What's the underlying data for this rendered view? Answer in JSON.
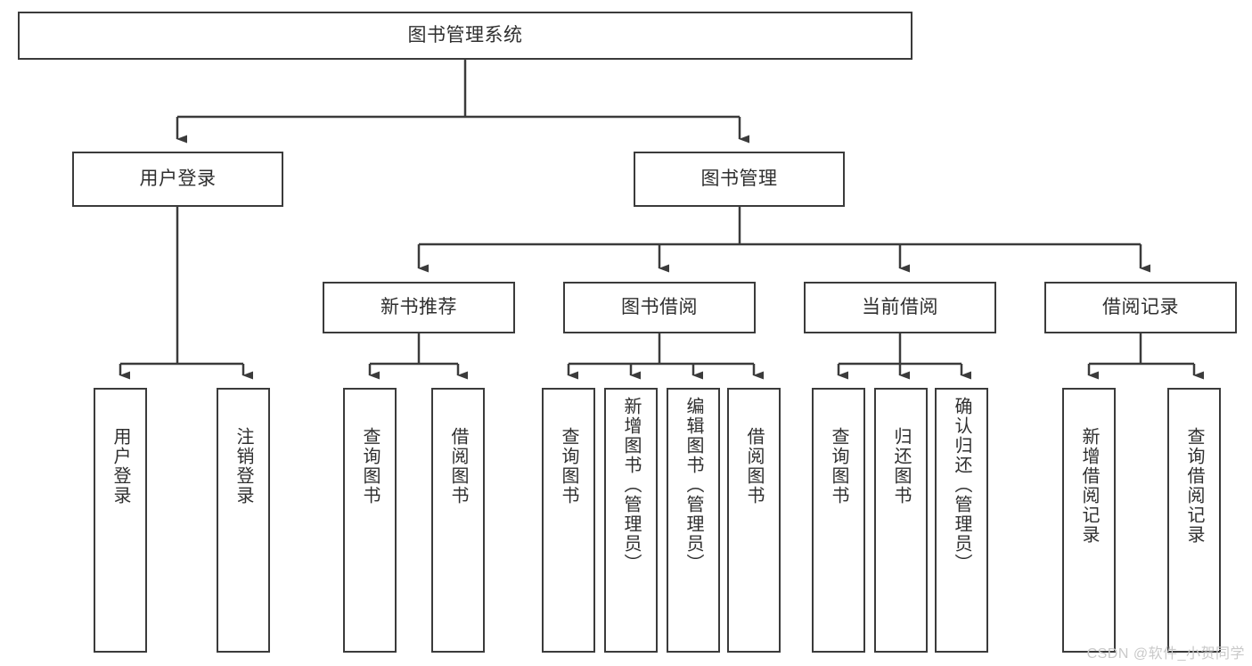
{
  "diagram": {
    "title": "图书管理系统",
    "type": "tree",
    "root": {
      "label": "图书管理系统"
    },
    "level2": [
      {
        "label": "用户登录"
      },
      {
        "label": "图书管理"
      }
    ],
    "level3": [
      {
        "label": "新书推荐"
      },
      {
        "label": "图书借阅"
      },
      {
        "label": "当前借阅"
      },
      {
        "label": "借阅记录"
      }
    ],
    "leaves": {
      "user_login": [
        {
          "label": "用户登录"
        },
        {
          "label": "注销登录"
        }
      ],
      "new_book_recommend": [
        {
          "label": "查询图书"
        },
        {
          "label": "借阅图书"
        }
      ],
      "book_borrow": [
        {
          "label": "查询图书"
        },
        {
          "label": "新增图书（管理员）"
        },
        {
          "label": "编辑图书（管理员）"
        },
        {
          "label": "借阅图书"
        }
      ],
      "current_borrow": [
        {
          "label": "查询图书"
        },
        {
          "label": "归还图书"
        },
        {
          "label": "确认归还（管理员）"
        }
      ],
      "borrow_record": [
        {
          "label": "新增借阅记录"
        },
        {
          "label": "查询借阅记录"
        }
      ]
    }
  },
  "watermark": {
    "text": "CSDN @软件_小贺同学"
  },
  "colors": {
    "box_border": "#3b3b3b",
    "text": "#2f2f2f",
    "connector": "#3b3b3b",
    "background": "#ffffff",
    "watermark": "#c9c9c9"
  }
}
